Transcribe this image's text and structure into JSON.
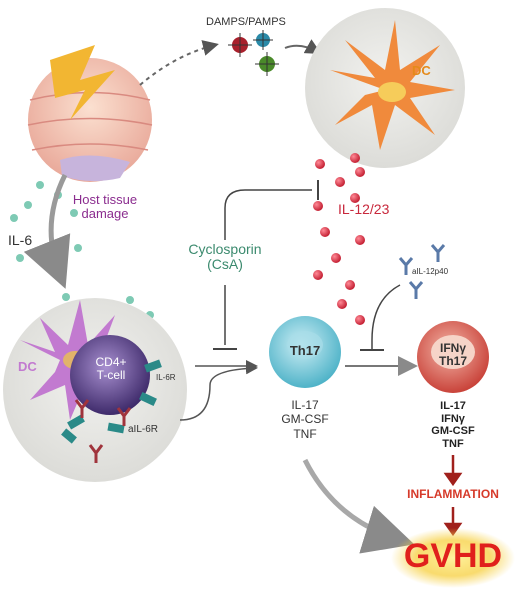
{
  "labels": {
    "damps": "DAMPS/PAMPS",
    "dc_top": "DC",
    "host_line1": "Host tissue",
    "host_line2": "damage",
    "il6": "IL-6",
    "il1223": "IL-12/23",
    "cyclo_line1": "Cyclosporin",
    "cyclo_line2": "(CsA)",
    "ail12p40": "aIL-12p40",
    "dc_bottom": "DC",
    "cd4_line1": "CD4+",
    "cd4_line2": "T-cell",
    "il6r": "IL-6R",
    "ail6r": "aIL-6R",
    "th17": "Th17",
    "th17_cyt": [
      "IL-17",
      "GM-CSF",
      "TNF"
    ],
    "ifng_th17_line1": "IFNγ",
    "ifng_th17_line2": "Th17",
    "ifng_cyt": [
      "IL-17",
      "IFNγ",
      "GM-CSF",
      "TNF"
    ],
    "inflammation": "INFLAMMATION",
    "gvhd": "GVHD"
  },
  "colors": {
    "host_text": "#8b2d8f",
    "cyclo_text": "#3b8a6e",
    "il12_text": "#c8283c",
    "dc_orange": "#f08a3c",
    "dc_purple": "#c27ad0",
    "tcell_purple": "#5a3d8a",
    "th17_teal": "#6ec6d6",
    "ifng_red": "#d9564c",
    "inflammation_red": "#d63a2a",
    "gvhd_red": "#e0201c",
    "gvhd_glow": "#f7d24a",
    "red_dot": "#d9243a",
    "teal_dot": "#7ecab4",
    "receptor_teal": "#2a8a88",
    "antibody": "#a0343c"
  }
}
